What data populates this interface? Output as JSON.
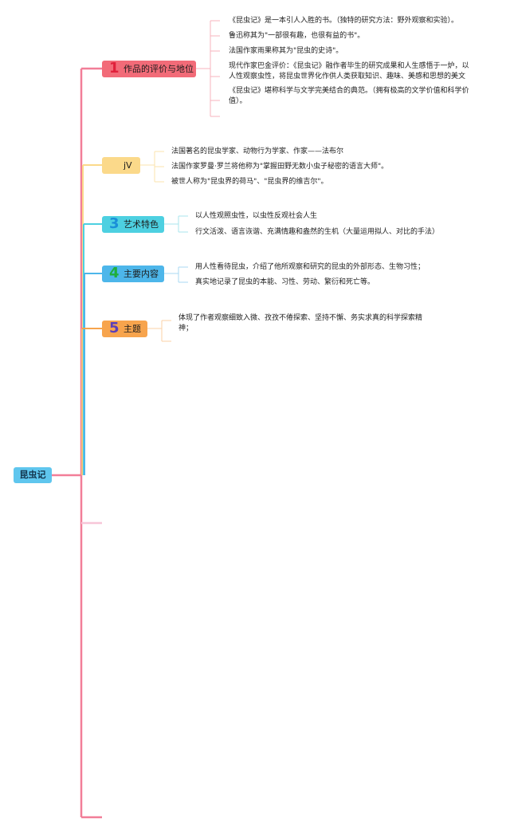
{
  "root": {
    "label": "昆虫记"
  },
  "branches": [
    {
      "number": "1",
      "label": "作品的评价与地位",
      "color": "#f26b78",
      "number_color": "#e0203a",
      "leaves": [
        "《昆虫记》是一本引人入胜的书。（独特的研究方法：野外观察和实验）。",
        "鲁迅称其为\"一部很有趣，也很有益的书\"。",
        "法国作家雨果称其为\"昆虫的史诗\"。",
        "现代作家巴金评价：《昆虫记》融作者毕生的研究成果和人生感悟于一炉，以人性观察虫性，将昆虫世界化作供人类获取知识、趣味、美感和思想的美文",
        "《昆虫记》堪称科学与文学完美结合的典范。（拥有极高的文学价值和科学价值）。"
      ]
    },
    {
      "number": "",
      "label": "jV",
      "color": "#fbd98a",
      "number_color": "#e8a800",
      "leaves": [
        "法国著名的昆虫学家、动物行为学家、作家——法布尔",
        "法国作家罗曼·罗兰将他称为\"掌握田野无数小虫子秘密的语言大师\"。",
        "被世人称为\"昆虫界的荷马\"、\"昆虫界的维吉尔\"。"
      ]
    },
    {
      "number": "3",
      "label": "艺术特色",
      "color": "#4dd0e1",
      "number_color": "#1a8fd8",
      "leaves": [
        "以人性观照虫性，以虫性反观社会人生",
        "行文活泼、语言诙谐、充满情趣和盎然的生机（大量运用拟人、对比的手法）"
      ]
    },
    {
      "number": "4",
      "label": "主要内容",
      "color": "#4db6ea",
      "number_color": "#1fae3c",
      "leaves": [
        "用人性看待昆虫，介绍了他所观察和研究的昆虫的外部形态、生物习性；",
        "真实地记录了昆虫的本能、习性、劳动、繁衍和死亡等。"
      ]
    },
    {
      "number": "5",
      "label": "主题",
      "color": "#f7a44d",
      "number_color": "#5b3fb8",
      "leaves": [
        "体现了作者观察细致入微、孜孜不倦探索、坚持不懈、务实求真的科学探索精神；"
      ]
    }
  ]
}
